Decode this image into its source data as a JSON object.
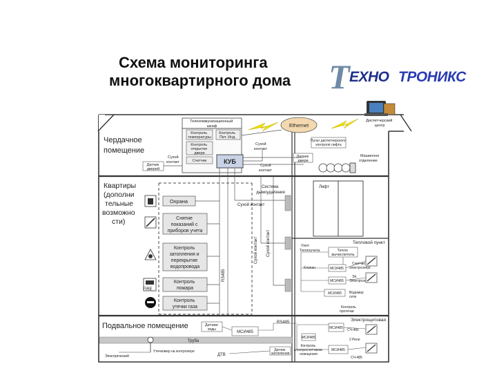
{
  "title": {
    "line1": "Схема мониторинга",
    "line2": "многоквартирного дома"
  },
  "logo": {
    "mark": "Т",
    "part1": "ЕХНО",
    "part2": "ТРОНИКС"
  },
  "zones": {
    "attic": [
      "Чердачное",
      "помещение"
    ],
    "apartments": [
      "Квартиры",
      "(дополни",
      "тельные",
      "возможно",
      "сти)"
    ],
    "basement": "Подвальное помещение",
    "heat_point": "Тепловой пункт",
    "electro": "Электрощитовая"
  },
  "blocks": {
    "telecom": [
      "Телекоммуникационный",
      "шкаф"
    ],
    "kontrol_temp": [
      "Контроль",
      "температуры"
    ],
    "kontrol_pit": [
      "Контроль",
      "Пит. Инд."
    ],
    "kontrol_otkr": [
      "Контроль",
      "открытия",
      "двери"
    ],
    "schetchik": "Счетчик",
    "kub": "КУБ",
    "ethernet": "Ethernet",
    "dispatch": [
      "Диспетчерский",
      "центр"
    ],
    "dry_contact_attic": [
      "Сухой",
      "контакт"
    ],
    "dry_contact_left": [
      "Сухой",
      "контакт"
    ],
    "sensor_attic": [
      "Датчик",
      "дверей"
    ],
    "dry_contact_mid": [
      "Сухой",
      "контакт"
    ],
    "lift": [
      "Пульт диспетчерского",
      "контроля лифта"
    ],
    "door_sensor_lift": [
      "Датчик",
      "двери"
    ],
    "machine_room": [
      "Машинное",
      "отделение"
    ],
    "lift_box": "Лифт",
    "smoke": [
      "Система",
      "дымоудаления"
    ],
    "dry_contact_smoke": "Сухой контакт",
    "dry_vertical_1": "Сухой контакт",
    "dry_vertical_2": "Сухой контакт",
    "rs485_vertical": "RS485",
    "ohrana": "Охрана",
    "schityvanie": [
      "Снятие",
      "показаний с",
      "приборов учета"
    ],
    "water": [
      "Контроль",
      "затопления и",
      "перекрытие",
      "водопровода"
    ],
    "fire": [
      "Контроль",
      "пожара"
    ],
    "gas": [
      "Контроль",
      "утечки газа"
    ],
    "fire_text": "FIRE",
    "heat_items": [
      "Узел",
      "Теплоучета"
    ],
    "heat_calc": [
      "Тепло",
      "вычислитель"
    ],
    "msi_1": "МСИ485",
    "msi_2": "МСИ485",
    "msi_3": "МСИ485",
    "counter_elec_1": [
      "Счетчик",
      "электроэнерг."
    ],
    "counter_elec_2": [
      "Эл.",
      "Электроэнерг."
    ],
    "water_meter": [
      "Водомер",
      "сети"
    ],
    "leak_control": [
      "Контроль",
      "протечки"
    ],
    "valve": "Клапан",
    "basement_sensor": [
      "Датчики",
      "воды"
    ],
    "msi_basement": "МСИ485",
    "rs485_basement": "RS485",
    "pipe": "Труба",
    "water_sensor_left": "Электрический",
    "leak_sensor": "Утечкомер на контролере",
    "dtv": "ДТВ",
    "control_box": [
      "Датчик",
      "затопления"
    ],
    "elec_items": [
      "Контроль",
      "электросчетчиков",
      "освещения"
    ],
    "ef_label": "СЧ-485",
    "ef_label2": "2 Реле",
    "msi_elec_1": "МСИ485",
    "msi_elec_2": "МСИ485",
    "rs485_elec": "RS485"
  },
  "colors": {
    "line": "#333333",
    "box_fill": "#e6e6e6",
    "kub_fill": "#c9d3e6",
    "ethernet_fill": "#f3d8b0",
    "bolt": "#f2e200",
    "pipe_fill": "#c8c8c8"
  }
}
